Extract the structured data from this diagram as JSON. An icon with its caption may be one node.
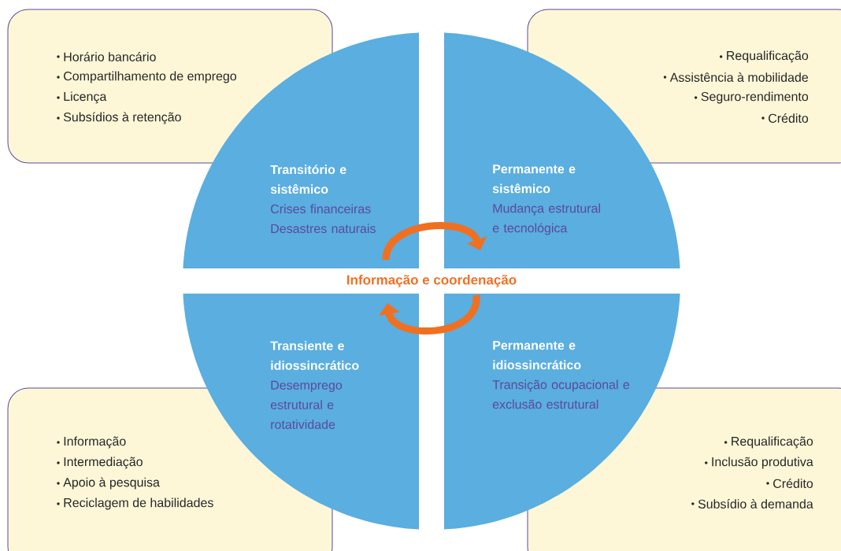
{
  "diagram": {
    "nodes": [
      {
        "text": [
          "Horário bancário",
          "Compartilhamento de emprego",
          "Licença",
          "Subsídios à retenção"
        ]
      },
      {
        "text": [
          "Requalificação",
          "Assistência à mobilidade",
          "Seguro-rendimento",
          "Crédito"
        ]
      },
      {
        "text": [
          "Transitório e sistêmico",
          "Crises financeiras Desastres naturais"
        ]
      },
      {
        "text": [
          "Permanente e sistêmico",
          "Mudança estrutural e tecnológica"
        ]
      },
      {
        "text": [
          "Transiente e idiossincrático",
          "Desemprego estrutural e rotatividade"
        ]
      },
      {
        "text": [
          "Permanente e idiossincrático",
          "Transição ocupacional e exclusão estrutural"
        ]
      },
      {
        "text": [
          "Informação",
          "Intermediação",
          "Apoio à pesquisa",
          "Reciclagem de habilidades"
        ]
      },
      {
        "text": [
          "Requalificação",
          "Inclusão produtiva",
          "Crédito",
          "Subsídio à demanda"
        ]
      }
    ],
    "edges": [
      {
        "from": 2,
        "to": 3,
        "arrow": "to"
      },
      {
        "from": 5,
        "to": 4,
        "arrow": "to"
      }
    ],
    "labels": [
      "Informação e coordenação"
    ]
  }
}
